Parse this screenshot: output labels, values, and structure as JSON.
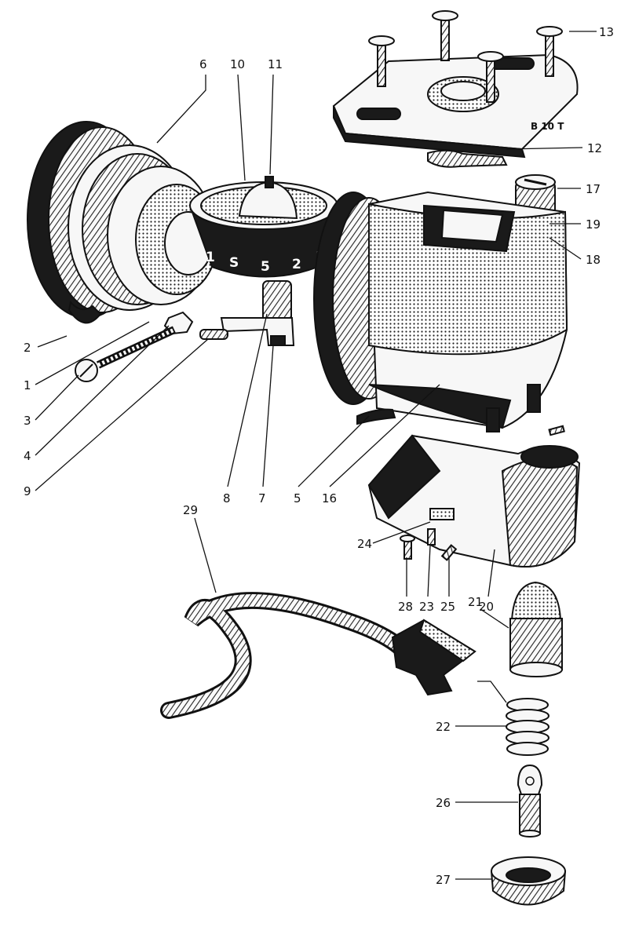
{
  "callouts": [
    {
      "id": "c1",
      "label": "1"
    },
    {
      "id": "c2",
      "label": "2"
    },
    {
      "id": "c3",
      "label": "3"
    },
    {
      "id": "c4",
      "label": "4"
    },
    {
      "id": "c5",
      "label": "5"
    },
    {
      "id": "c6",
      "label": "6"
    },
    {
      "id": "c7",
      "label": "7"
    },
    {
      "id": "c8",
      "label": "8"
    },
    {
      "id": "c9",
      "label": "9"
    },
    {
      "id": "c10",
      "label": "10"
    },
    {
      "id": "c11",
      "label": "11"
    },
    {
      "id": "c12",
      "label": "12"
    },
    {
      "id": "c13",
      "label": "13"
    },
    {
      "id": "c16",
      "label": "16"
    },
    {
      "id": "c17",
      "label": "17"
    },
    {
      "id": "c18",
      "label": "18"
    },
    {
      "id": "c19",
      "label": "19"
    },
    {
      "id": "c20",
      "label": "20"
    },
    {
      "id": "c21",
      "label": "21"
    },
    {
      "id": "c22",
      "label": "22"
    },
    {
      "id": "c23",
      "label": "23"
    },
    {
      "id": "c24",
      "label": "24"
    },
    {
      "id": "c25",
      "label": "25"
    },
    {
      "id": "c26",
      "label": "26"
    },
    {
      "id": "c27",
      "label": "27"
    },
    {
      "id": "c28",
      "label": "28"
    },
    {
      "id": "c29",
      "label": "29"
    }
  ],
  "dial_markings": [
    "1",
    "S",
    "5",
    "2",
    "1"
  ],
  "plate_marking": "B 10 T"
}
